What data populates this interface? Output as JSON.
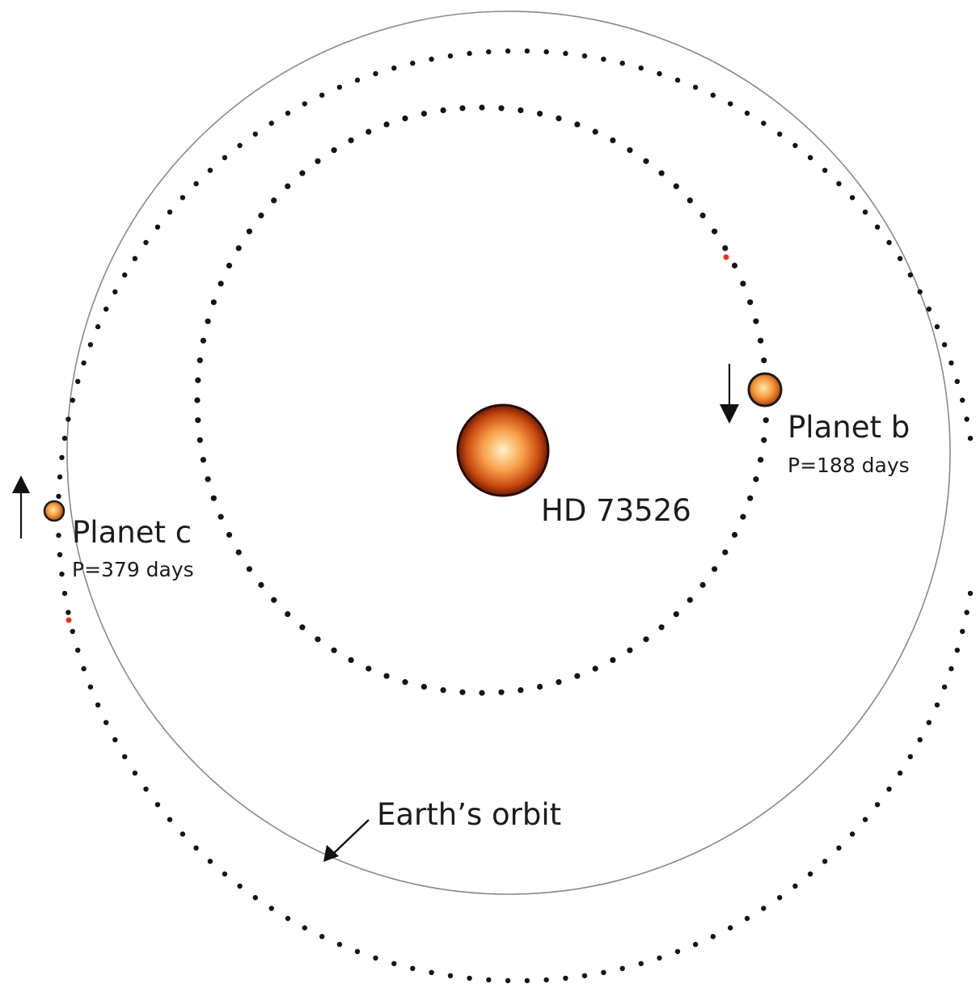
{
  "star": {
    "label": "HD 73526"
  },
  "planet_b": {
    "label": "Planet b",
    "period": "P=188 days"
  },
  "planet_c": {
    "label": "Planet c",
    "period": "P=379 days"
  },
  "earth_orbit": {
    "label": "Earth’s orbit"
  },
  "colors": {
    "dots": "#141414",
    "highlight_dot": "#e8321e",
    "orbit_line": "#8a8a8a",
    "star_core": "#fff2c8",
    "star_mid": "#f47a20",
    "star_edge": "#7a1e05"
  }
}
